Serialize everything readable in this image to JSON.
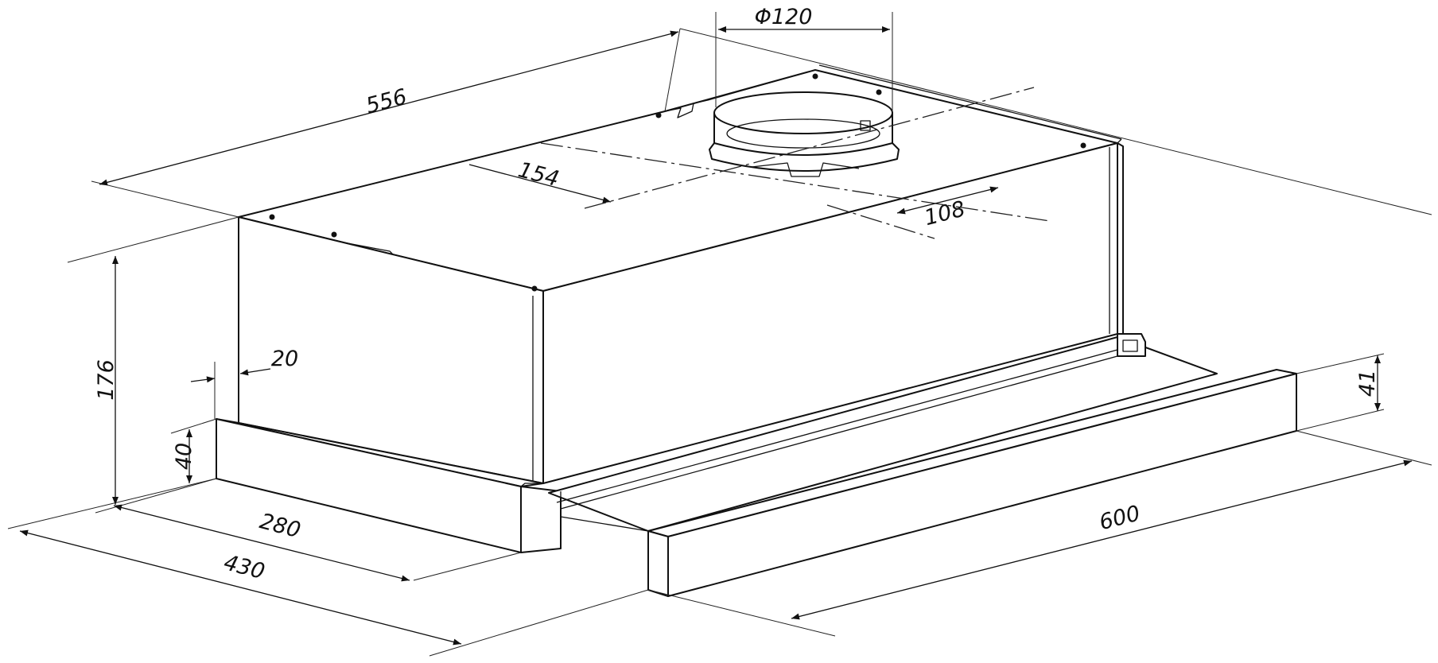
{
  "dimensions": {
    "depth_top": "556",
    "duct_diameter": "Φ120",
    "duct_offset_front": "154",
    "duct_offset_side": "108",
    "height_total": "176",
    "front_panel_inset": "20",
    "front_panel_height": "40",
    "body_depth": "280",
    "extended_depth": "430",
    "width": "600",
    "drawer_front_height": "41"
  },
  "colors": {
    "line": "#111111",
    "background": "#ffffff"
  }
}
